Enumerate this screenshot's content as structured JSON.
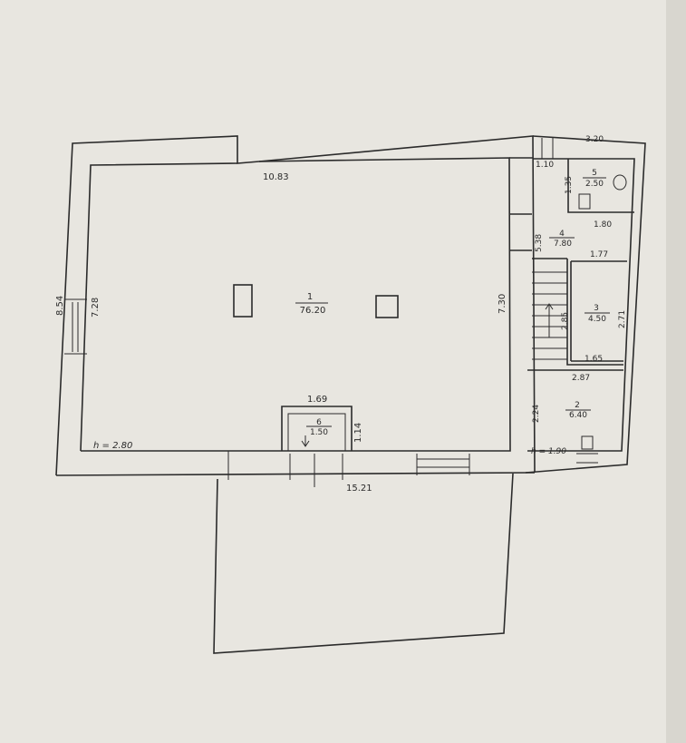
{
  "plan": {
    "dimensions": {
      "top_wall_left": "10.83",
      "top_wall_right": "3.20",
      "left_outer": "8.54",
      "left_inner": "7.28",
      "right_inner_main": "7.30",
      "bottom_total": "15.21",
      "small_1_10": "1.10",
      "small_1_35": "1.35",
      "small_1_80": "1.80",
      "small_5_38": "5.38",
      "small_1_77": "1.77",
      "small_2_85": "2.85",
      "small_2_71": "2.71",
      "small_1_65": "1.65",
      "small_2_87": "2.87",
      "small_2_24": "2.24",
      "small_1_69": "1.69",
      "small_1_14": "1.14"
    },
    "heights": {
      "main": "h = 2.80",
      "annex": "h = 1.90"
    },
    "rooms": [
      {
        "number": "1",
        "area": "76.20"
      },
      {
        "number": "2",
        "area": "6.40"
      },
      {
        "number": "3",
        "area": "4.50"
      },
      {
        "number": "4",
        "area": "7.80"
      },
      {
        "number": "5",
        "area": "2.50"
      },
      {
        "number": "6",
        "area": "1.50"
      }
    ]
  }
}
